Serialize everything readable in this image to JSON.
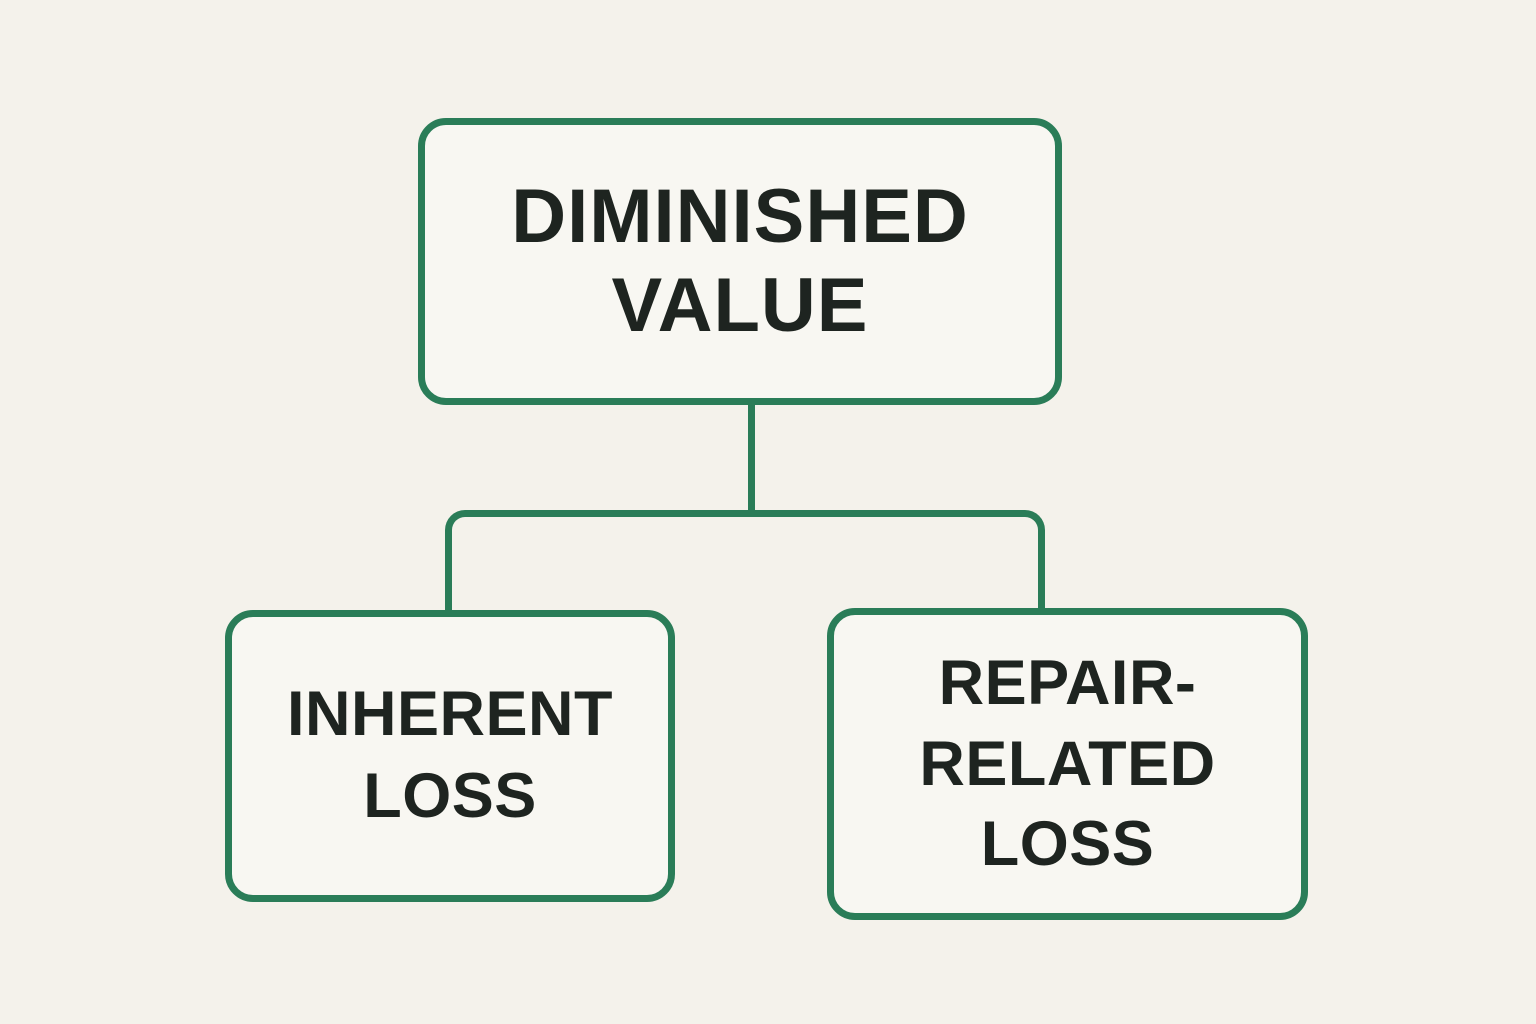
{
  "diagram": {
    "type": "flowchart",
    "colors": {
      "line_green": "#2a7d58",
      "background": "#f4f2eb",
      "box_fill": "#f8f7f2",
      "text_dark": "#1e2420"
    },
    "nodes": {
      "root": {
        "label": "DIMINISHED VALUE",
        "label_lines": [
          "DIMINISHED",
          "VALUE"
        ]
      },
      "child_left": {
        "label": "INHERENT LOSS",
        "label_lines": [
          "INHERENT",
          "LOSS"
        ]
      },
      "child_right": {
        "label": "REPAIR-RELATED LOSS",
        "label_lines": [
          "REPAIR-",
          "RELATED",
          "LOSS"
        ]
      }
    },
    "edges": [
      {
        "from": "root",
        "to": "child_left"
      },
      {
        "from": "root",
        "to": "child_right"
      }
    ]
  }
}
